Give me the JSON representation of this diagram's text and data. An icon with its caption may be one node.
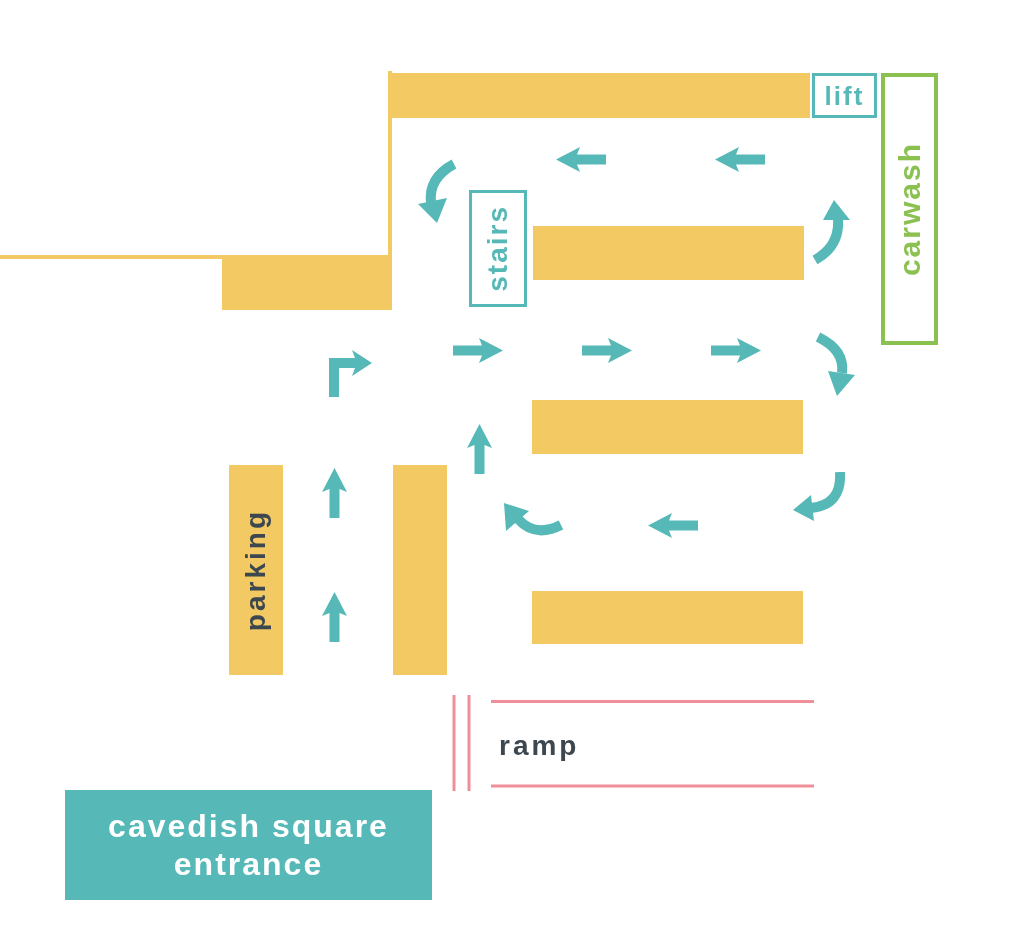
{
  "diagram": {
    "nodes": [
      {
        "text": [],
        "shape": "bar"
      },
      {
        "text": [
          "lift"
        ]
      },
      {
        "text": [
          "carwash"
        ]
      },
      {
        "text": [
          "stairs"
        ]
      },
      {
        "text": [],
        "shape": "bar"
      },
      {
        "text": [],
        "shape": "bar"
      },
      {
        "text": [],
        "shape": "bar"
      },
      {
        "text": [
          "parking"
        ]
      },
      {
        "text": [],
        "shape": "bar"
      },
      {
        "text": [],
        "shape": "bar"
      },
      {
        "text": [
          "cavedish square entrance"
        ]
      }
    ],
    "labels": [
      "ramp"
    ]
  }
}
